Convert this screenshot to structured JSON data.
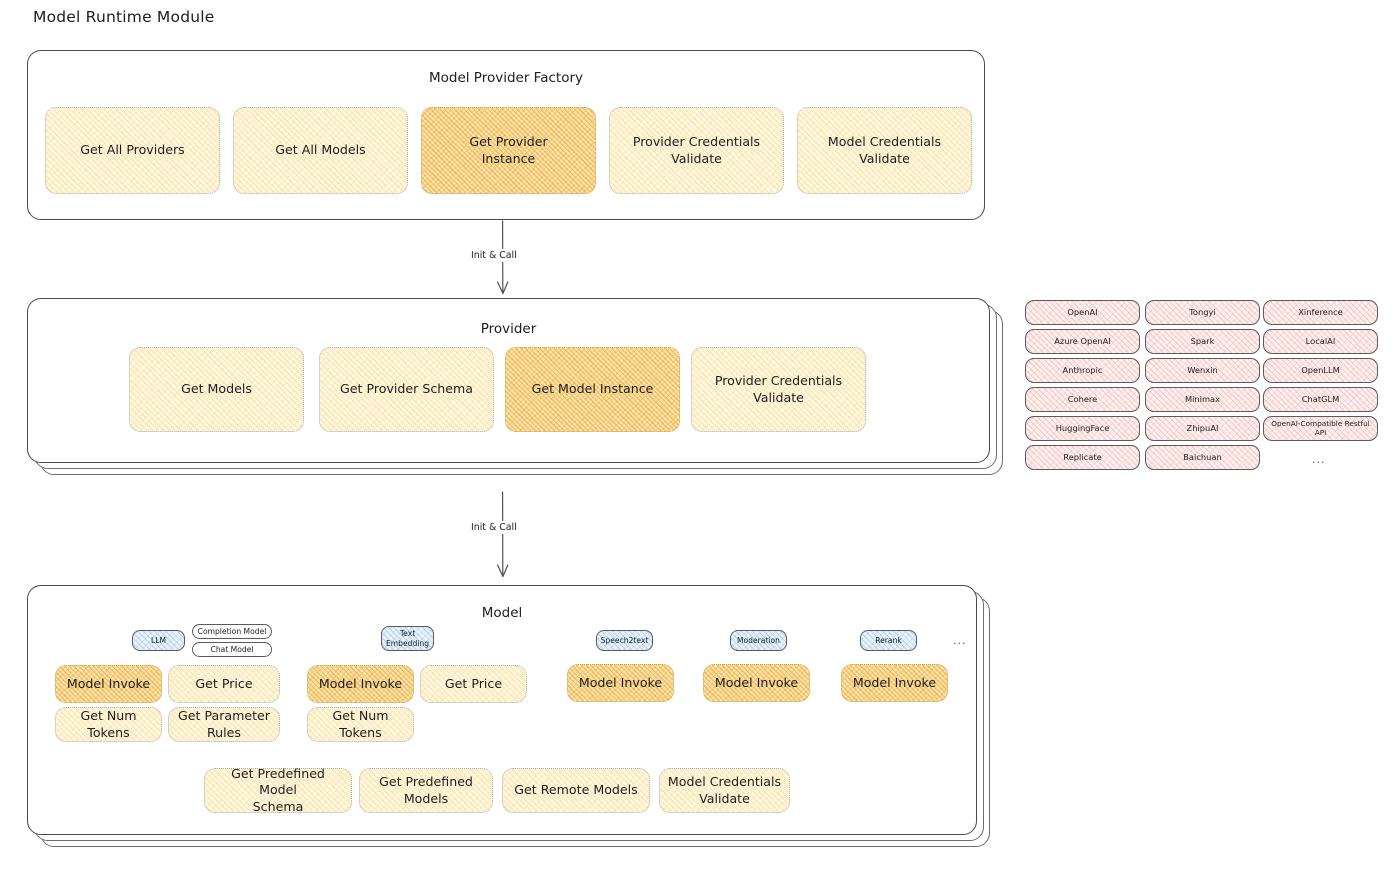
{
  "title": "Model Runtime Module",
  "colors": {
    "fill_light": "#fdf6df",
    "fill_strong": "#fbe2ae",
    "fill_rose": "#fdf0ef",
    "fill_blue": "#e8f2fb",
    "stroke": "#4a4a4a",
    "text": "#1e1e1e"
  },
  "factory": {
    "title": "Model Provider Factory",
    "methods": [
      {
        "label": "Get All Providers",
        "highlight": false
      },
      {
        "label": "Get All Models",
        "highlight": false
      },
      {
        "label": "Get Provider\nInstance",
        "highlight": true
      },
      {
        "label": "Provider Credentials\nValidate",
        "highlight": false
      },
      {
        "label": "Model Credentials\nValidate",
        "highlight": false
      }
    ]
  },
  "arrows": [
    {
      "label": "Init & Call"
    },
    {
      "label": "Init & Call"
    }
  ],
  "provider": {
    "title": "Provider",
    "methods": [
      {
        "label": "Get Models",
        "highlight": false
      },
      {
        "label": "Get Provider Schema",
        "highlight": false
      },
      {
        "label": "Get Model Instance",
        "highlight": true
      },
      {
        "label": "Provider Credentials\nValidate",
        "highlight": false
      }
    ]
  },
  "provider_list": {
    "ellipsis": "...",
    "columns": [
      [
        "OpenAI",
        "Azure OpenAI",
        "Anthropic",
        "Cohere",
        "HuggingFace",
        "Replicate"
      ],
      [
        "Tongyi",
        "Spark",
        "Wenxin",
        "Minimax",
        "ZhipuAI",
        "Baichuan"
      ],
      [
        "Xinference",
        "LocalAI",
        "OpenLLM",
        "ChatGLM",
        "OpenAI-Compatible Restful API"
      ]
    ]
  },
  "model": {
    "title": "Model",
    "ellipsis": "...",
    "types": [
      {
        "name": "LLM",
        "subtypes": [
          "Completion Model",
          "Chat Model"
        ],
        "methods": [
          {
            "label": "Model Invoke",
            "highlight": true
          },
          {
            "label": "Get Price",
            "highlight": false
          },
          {
            "label": "Get Num Tokens",
            "highlight": false
          },
          {
            "label": "Get Parameter\nRules",
            "highlight": false
          }
        ]
      },
      {
        "name": "Text\nEmbedding",
        "subtypes": [],
        "methods": [
          {
            "label": "Model Invoke",
            "highlight": true
          },
          {
            "label": "Get Price",
            "highlight": false
          },
          {
            "label": "Get Num Tokens",
            "highlight": false
          }
        ]
      },
      {
        "name": "Speech2text",
        "subtypes": [],
        "methods": [
          {
            "label": "Model Invoke",
            "highlight": true
          }
        ]
      },
      {
        "name": "Moderation",
        "subtypes": [],
        "methods": [
          {
            "label": "Model Invoke",
            "highlight": true
          }
        ]
      },
      {
        "name": "Rerank",
        "subtypes": [],
        "methods": [
          {
            "label": "Model Invoke",
            "highlight": true
          }
        ]
      }
    ],
    "shared_methods": [
      {
        "label": "Get Predefined Model\nSchema"
      },
      {
        "label": "Get Predefined\nModels"
      },
      {
        "label": "Get Remote Models"
      },
      {
        "label": "Model Credentials\nValidate"
      }
    ]
  }
}
